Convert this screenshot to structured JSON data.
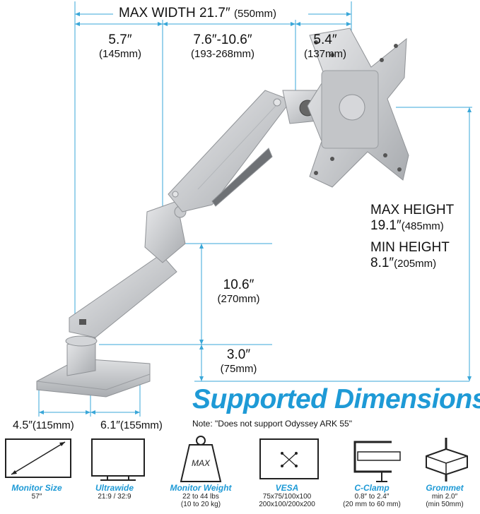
{
  "dimensions": {
    "max_width_label": "MAX WIDTH 21.7″",
    "max_width_mm": "(550mm)",
    "seg1_in": "5.7″",
    "seg1_mm": "(145mm)",
    "seg2_in": "7.6″-10.6″",
    "seg2_mm": "(193-268mm)",
    "seg3_in": "5.4″",
    "seg3_mm": "(137mm)",
    "max_height_label": "MAX HEIGHT",
    "max_height_in": "19.1″",
    "max_height_mm": "(485mm)",
    "min_height_label": "MIN HEIGHT",
    "min_height_in": "8.1″",
    "min_height_mm": "(205mm)",
    "mid_height_in": "10.6″",
    "mid_height_mm": "(270mm)",
    "low_height_in": "3.0″",
    "low_height_mm": "(75mm)",
    "base_depth_in": "4.5″",
    "base_depth_mm": "(115mm)",
    "base_width_in": "6.1″",
    "base_width_mm": "(155mm)"
  },
  "section": {
    "title": "Supported Dimensions",
    "note": "Note: \"Does not support Odyssey ARK 55\""
  },
  "features": [
    {
      "label": "Monitor Size",
      "line1": "57″",
      "line2": "",
      "icon": "monitor-diagonal-icon"
    },
    {
      "label": "Ultrawide",
      "line1": "21:9 / 32:9",
      "line2": "",
      "icon": "ultrawide-monitor-icon"
    },
    {
      "label": "Monitor Weight",
      "line1": "22 to 44 lbs",
      "line2": "(10 to 20 kg)",
      "icon": "weight-icon"
    },
    {
      "label": "VESA",
      "line1": "75x75/100x100",
      "line2": "200x100/200x200",
      "icon": "vesa-plate-icon"
    },
    {
      "label": "C-Clamp",
      "line1": "0.8″ to 2.4″",
      "line2": "(20 mm to 60 mm)",
      "icon": "c-clamp-icon"
    },
    {
      "label": "Grommet",
      "line1": "min 2.0″",
      "line2": "(min 50mm)",
      "icon": "grommet-icon"
    }
  ],
  "weight_icon_text": "MAX",
  "colors": {
    "accent": "#1e9ad6",
    "dim_line": "#3aa7d8",
    "metal_light": "#d9dadc",
    "metal_mid": "#b9bbbe",
    "metal_dark": "#8f9296"
  }
}
